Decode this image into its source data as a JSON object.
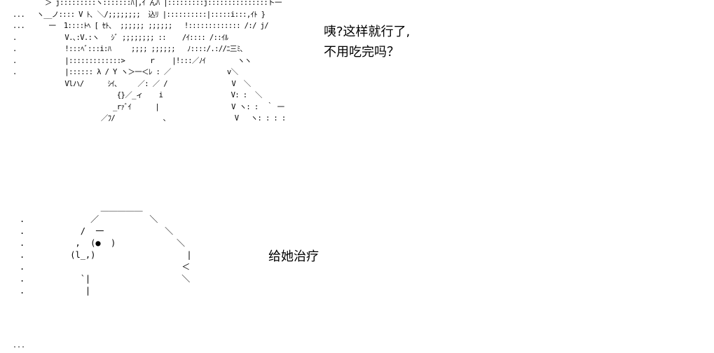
{
  "art_top": {
    "lines": [
      "        ＞ j:::::::::ヽ:::::::ﾊ|,ｲ んﾊ |:::::::::j:::::::::::::::ト一",
      "...   ヽ__ノ:::: V ﾄ､ ＼/;;;;;;;;  込ﾘ |::::::::::|:::::i:::,ｲﾄ }",
      "...      一  1::::ﾄﾍ [ ｾﾄ､  ;;;;;; ;;;;;;   !::::::::::::: /:/ j/",
      ".            V.､:V.:ヽ   ｼﾞ ;;;;;;;; ::    /ｲ:::: /::ｲﾙ",
      ".            !:::ﾍﾞ:::i:ﾊ     ;;;; ;;;;;;   ﾉ::::/.://ﾆ三ﾐ､",
      ".            |:::::::::::::>      ｒ    |!:::／ﾉｲ        ヽヽ",
      ".            |:::::: λ / Y ヽ＞一＜ﾚ : ／              v＼",
      "             Vlハ/      ｼｲ､     ／: ／ /                V  ＼",
      "                          {}／_ィ    i                 V: :  ＼",
      "                         _rｧﾞｲ      |                  V ヽ: :  ｀ 一",
      "                      ／ﾌ/            ､                 V   ヽ: : : :"
    ]
  },
  "art_bottom": {
    "lines": [
      "                ＿＿＿＿＿",
      ".             ／          ＼",
      ".           /  一            ＼",
      ".          ,  (●  )            ＼",
      ".         (l_,)                  |",
      ".                               ＜",
      ".           `|                  ＼",
      ".            |"
    ]
  },
  "dialog_top": {
    "text": "咦?这样就行了,\n不用吃完吗？"
  },
  "dialog_bottom": {
    "text": "给她治疗"
  },
  "corner_mark": "..."
}
